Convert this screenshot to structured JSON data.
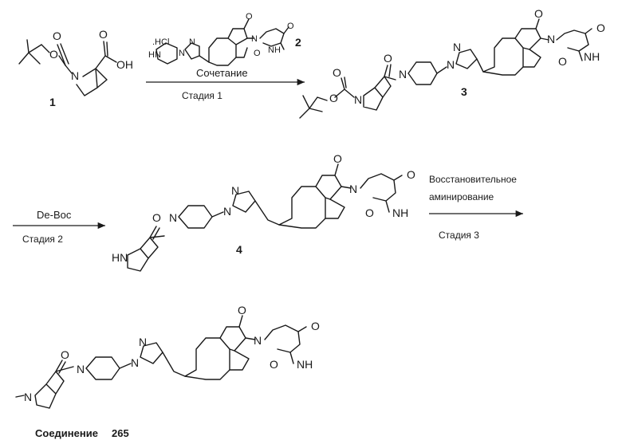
{
  "compounds": {
    "c1": {
      "number": "1"
    },
    "c2": {
      "number": "2",
      "salt": ".HCl"
    },
    "c3": {
      "number": "3"
    },
    "c4": {
      "number": "4"
    },
    "c265": {
      "label": "Соединение",
      "number": "265"
    }
  },
  "steps": {
    "step1": {
      "reagent": "Сочетание",
      "stage": "Стадия 1"
    },
    "step2": {
      "reagent": "De-Boc",
      "stage": "Стадия 2"
    },
    "step3": {
      "reagent_line1": "Восстановительное",
      "reagent_line2": "аминирование",
      "stage": "Стадия 3"
    }
  },
  "atoms": {
    "O": "O",
    "N": "N",
    "NH": "NH",
    "HN": "HN",
    "OH": "OH"
  }
}
